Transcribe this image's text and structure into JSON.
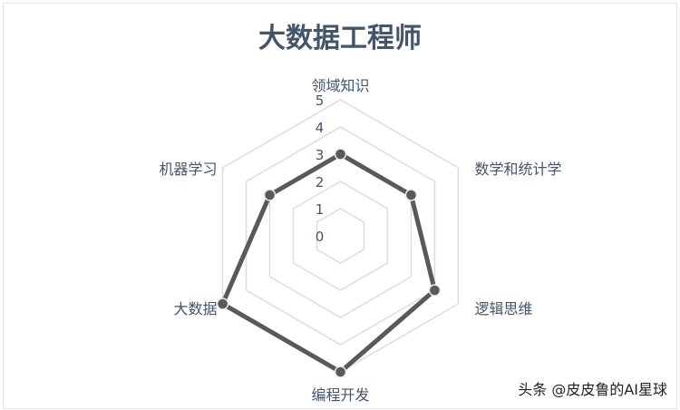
{
  "chart_data": {
    "type": "radar",
    "title": "大数据工程师",
    "categories": [
      "领域知识",
      "数学和统计学",
      "逻辑思维",
      "编程开发",
      "大数据",
      "机器学习"
    ],
    "values": [
      3,
      3,
      4,
      5,
      5,
      3
    ],
    "rlim": [
      0,
      5
    ],
    "ticks": [
      "0",
      "1",
      "2",
      "3",
      "4",
      "5"
    ],
    "grid": true,
    "legend": "none",
    "colors": {
      "series": "#595959",
      "grid": "#d9dde3",
      "text": "#44546a"
    }
  },
  "watermark": "头条 @皮皮鲁的AI星球"
}
